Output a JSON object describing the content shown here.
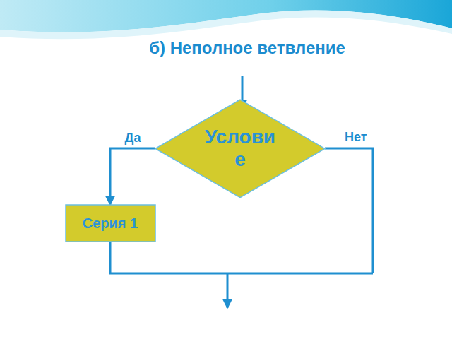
{
  "diagram": {
    "title": "б) Неполное ветвление",
    "nodes": [
      {
        "text": [
          "Условие"
        ]
      },
      {
        "text": [
          "Серия 1"
        ]
      }
    ],
    "edges": [
      {
        "from": 0,
        "to": 1,
        "arrow": "to",
        "label": "Да"
      }
    ],
    "labels": [
      "Нет"
    ]
  }
}
